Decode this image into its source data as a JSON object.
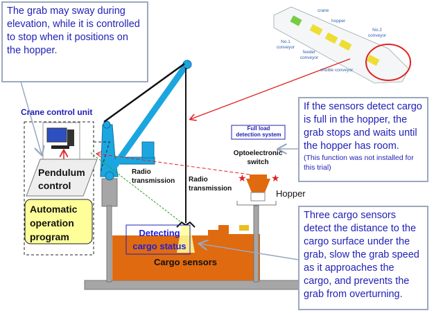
{
  "notes": {
    "sway": "The grab may sway during elevation, while it is controlled to stop when it positions on the hopper.",
    "full_load": "If the sensors detect cargo is full in the hopper, the grab stops and waits until the hopper has room.",
    "full_load_note": "(This function was not installed for this trial)",
    "sensors": "Three cargo sensors detect the distance to the cargo surface under the grab, slow the grab speed as it approaches the cargo, and prevents the grab from overturning."
  },
  "labels": {
    "crane_control_unit": "Crane control unit",
    "pendulum_control": "Pendulum control",
    "automatic_program": "Automatic operation program",
    "radio_1": "Radio transmission",
    "radio_2": "Radio transmission",
    "full_load_system": "Full load detection system",
    "optoelectronic_switch": "Optoelectronic switch",
    "hopper": "Hopper",
    "detecting_cargo_status": "Detecting cargo status",
    "cargo_sensors": "Cargo sensors"
  },
  "ship": {
    "crane": "crane",
    "hopper": "hopper",
    "no1_conveyor": "No.1 conveyor",
    "no2_conveyor": "No.2 conveyor",
    "feeder_conveyor": "feeder conveyor",
    "shuttle_conveyor": "shuttle conveyor"
  },
  "colors": {
    "text_blue": "#2020b8",
    "crane_blue": "#1ba6e0",
    "cargo_orange": "#e06a10",
    "program_yellow": "#ffff99"
  }
}
